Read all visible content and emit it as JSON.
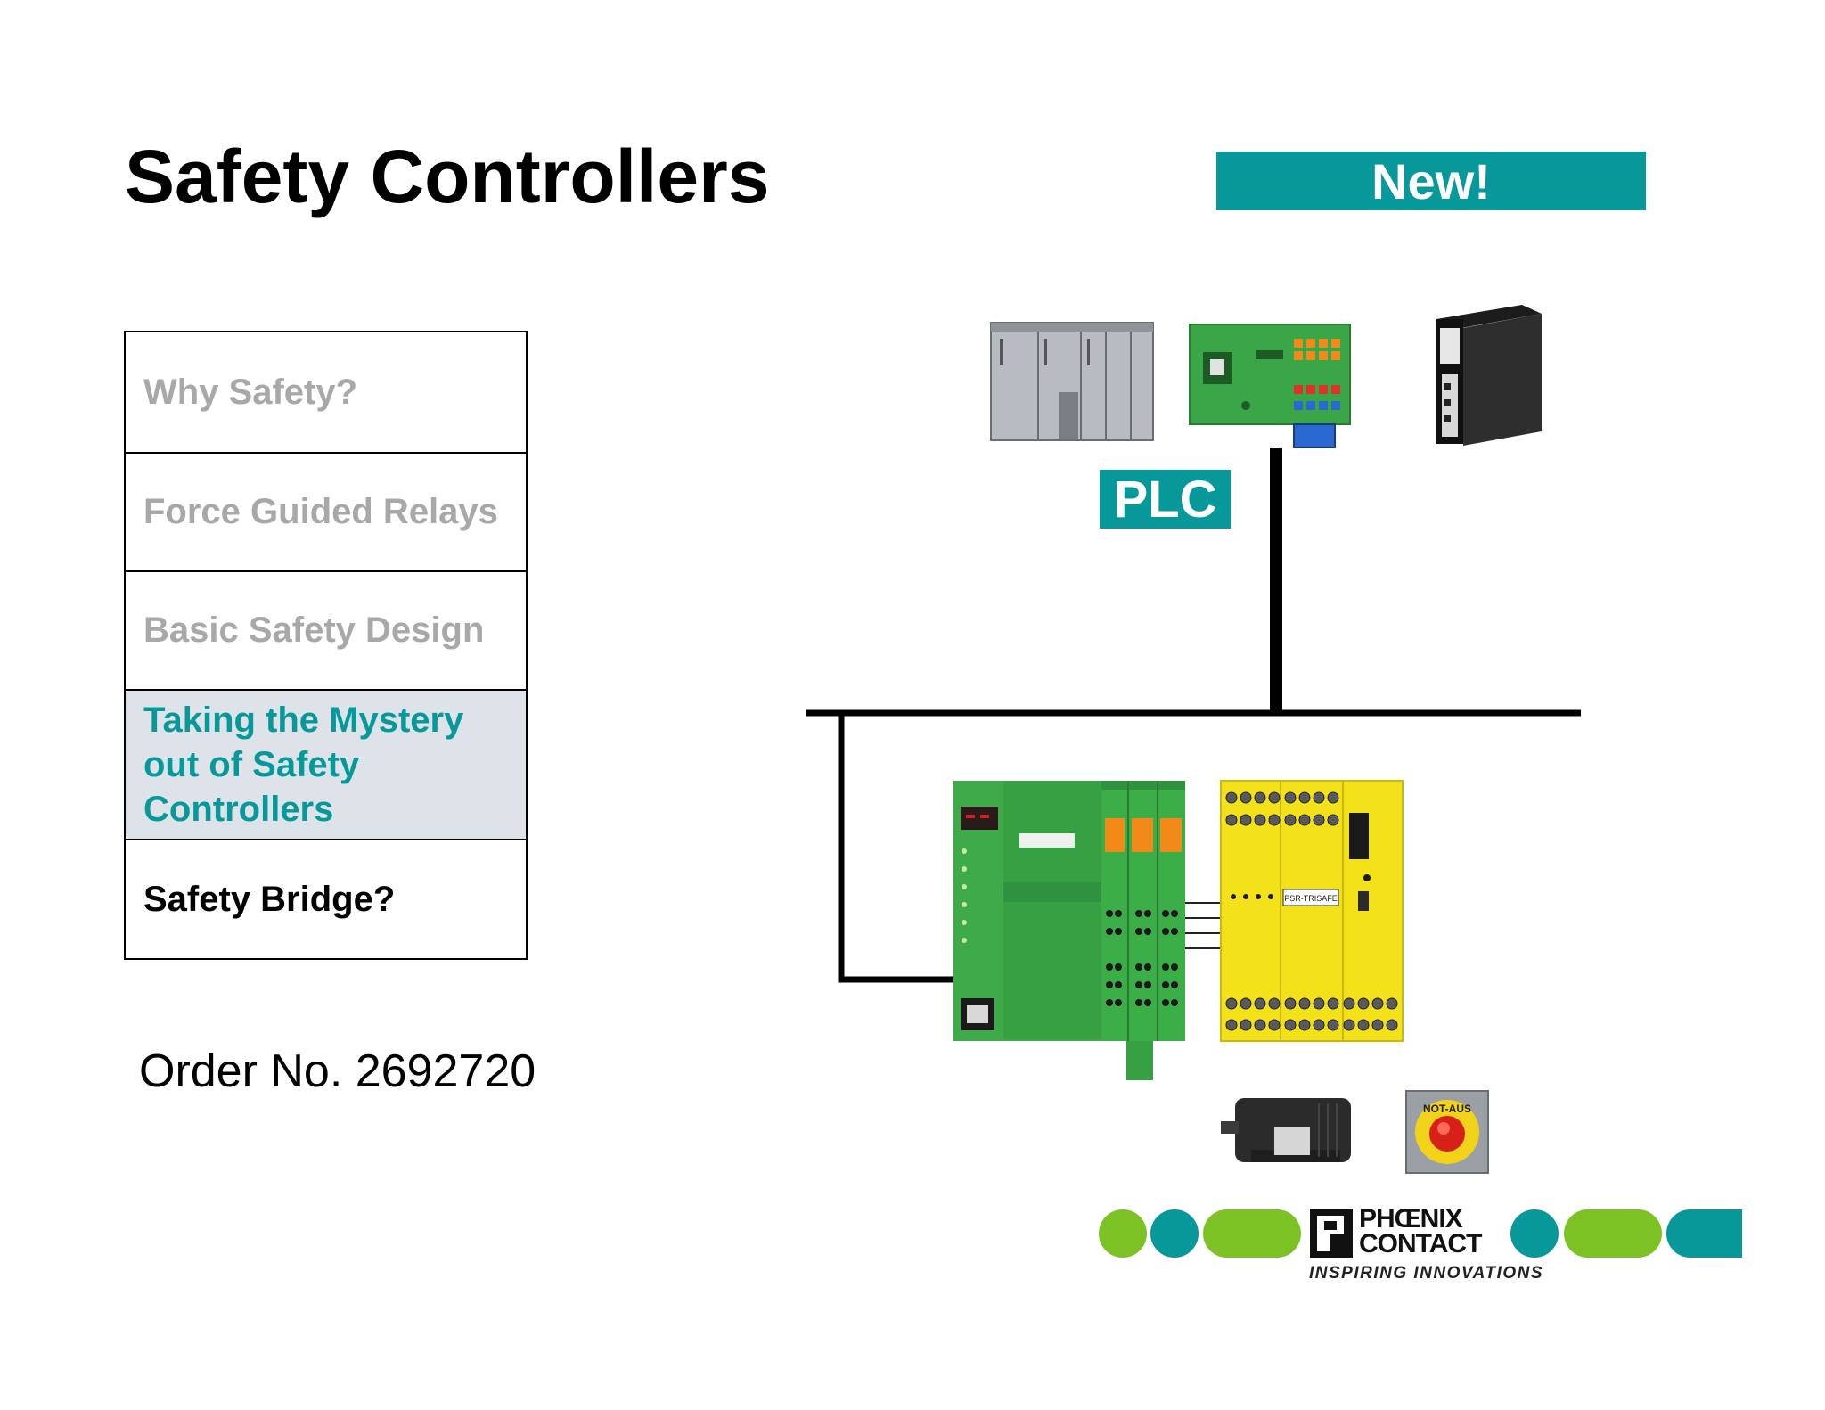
{
  "title": "Safety Controllers",
  "badge_new": "New!",
  "badge_plc": "PLC",
  "agenda": [
    {
      "label": "Why Safety?",
      "state": "past"
    },
    {
      "label": "Force Guided Relays",
      "state": "past"
    },
    {
      "label": "Basic Safety Design",
      "state": "past"
    },
    {
      "label": "Taking the Mystery out of Safety Controllers",
      "state": "active"
    },
    {
      "label": "Safety Bridge?",
      "state": "next"
    }
  ],
  "order_number": "Order No. 2692720",
  "module_label": "PSR-TRISAFE",
  "estop_label": "NOT-AUS",
  "logo": {
    "line1": "PHŒNIX",
    "line2": "CONTACT",
    "tagline": "INSPIRING INNOVATIONS"
  },
  "colors": {
    "teal": "#07999a",
    "lime": "#7cc224",
    "green_module": "#3aa648",
    "yellow_module": "#f3e21a",
    "active_bg": "#dde3e8",
    "inactive_text": "#a8a8a8"
  }
}
